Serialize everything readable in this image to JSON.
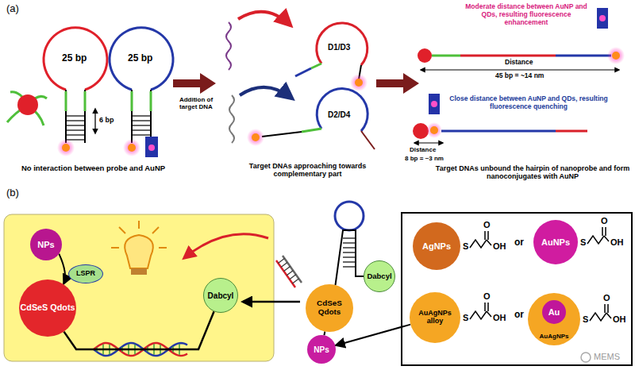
{
  "diagram": {
    "nodes": [
      {
        "text": [
          "NPs"
        ]
      },
      {
        "text": [
          "LSPR"
        ]
      },
      {
        "text": [
          "CdSeS Qdots"
        ]
      },
      {
        "text": [
          "Dabcyl"
        ]
      },
      {
        "text": [
          "CdSeS Qdots"
        ]
      },
      {
        "text": [
          "Dabcyl"
        ]
      },
      {
        "text": [
          "NPs"
        ]
      },
      {
        "text": [
          "AgNPs"
        ]
      },
      {
        "text": [
          "AuNPs"
        ]
      },
      {
        "text": [
          "AuAgNPs alloy"
        ]
      },
      {
        "text": [
          "AuAgNPs"
        ]
      },
      {
        "text": [
          "Au"
        ],
        "in": 10
      }
    ],
    "edges": [
      {
        "from": 0,
        "to": 2,
        "arrow": "to"
      },
      {
        "from": 2,
        "to": 3,
        "arrow": "none"
      },
      {
        "from": 4,
        "to": 5,
        "arrow": "none"
      },
      {
        "from": 4,
        "to": 6,
        "arrow": "none"
      },
      {
        "from": 9,
        "to": 6,
        "arrow": "to"
      }
    ],
    "labels": [
      "(a)",
      "25 bp",
      "25 bp",
      "6 bp",
      "No interaction between probe and AuNP",
      "Addition of target DNA",
      "D1/D3",
      "D2/D4",
      "Target DNAs approaching towards complementary part",
      "Moderate distance between AuNP and QDs, resulting fluorescence enhancement",
      "Distance",
      "45 bp = ~14 nm",
      "Close distance between AuNP and QDs, resulting fluorescence quenching",
      "Distance",
      "8 bp = ~3 nm",
      "Target DNAs unbound the hairpin of nanoprobe and form nanoconjugates with AuNP",
      "(b)",
      "S",
      "O",
      "OH",
      "or",
      "S",
      "O",
      "OH",
      "S",
      "O",
      "OH",
      "or",
      "S",
      "O",
      "OH",
      "MEMS"
    ]
  }
}
